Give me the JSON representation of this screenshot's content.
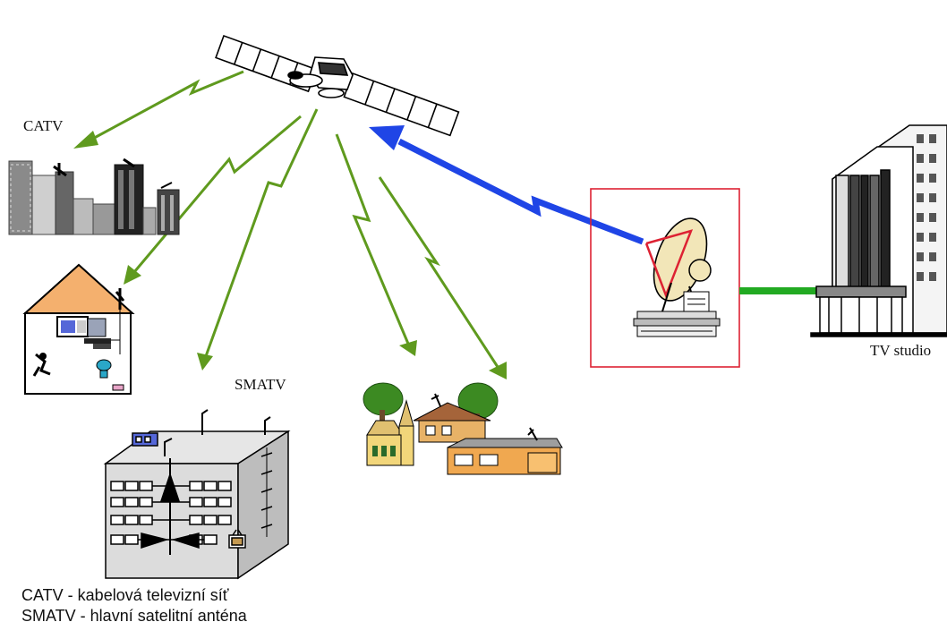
{
  "labels": {
    "catv": "CATV",
    "smatv": "SMATV",
    "tv_studio": "TV studio"
  },
  "legend": {
    "line1": "CATV - kabelová televizní síť",
    "line2": "SMATV - hlavní satelitní anténa"
  },
  "colors": {
    "downlink": "#5f9a1e",
    "uplink": "#1f45e6",
    "ground_link": "#22aa22",
    "uplink_station_frame": "#dd2233",
    "house_roof": "#f4b06e",
    "tree": "#3c8a22",
    "equipment_blue": "#5567d8"
  },
  "icons": [
    "satellite-icon",
    "catv-city-icon",
    "home-dish-icon",
    "smatv-building-icon",
    "village-icon",
    "uplink-dish-icon",
    "tv-studio-building-icon"
  ]
}
